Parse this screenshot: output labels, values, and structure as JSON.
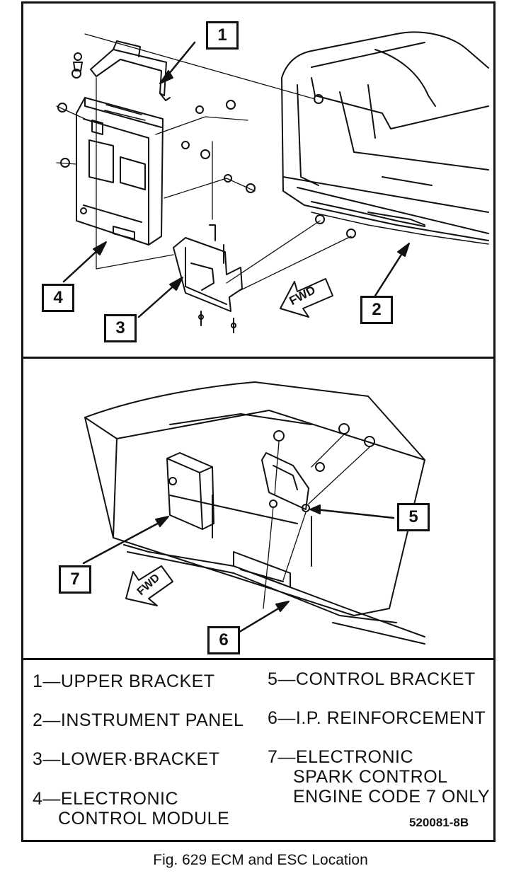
{
  "callouts": {
    "c1": "1",
    "c2": "2",
    "c3": "3",
    "c4": "4",
    "c5": "5",
    "c6": "6",
    "c7": "7"
  },
  "fwd_label": "FWD",
  "legend": {
    "l1": "1—UPPER BRACKET",
    "l2": "2—INSTRUMENT PANEL",
    "l3": "3—LOWER·BRACKET",
    "l4a": "4—ELECTRONIC",
    "l4b": "CONTROL MODULE",
    "l5": "5—CONTROL BRACKET",
    "l6": "6—I.P. REINFORCEMENT",
    "l7a": "7—ELECTRONIC",
    "l7b": "SPARK CONTROL",
    "l7c": "ENGINE CODE 7 ONLY"
  },
  "figure_id": "520081-8B",
  "caption": "Fig. 629 ECM and ESC Location"
}
